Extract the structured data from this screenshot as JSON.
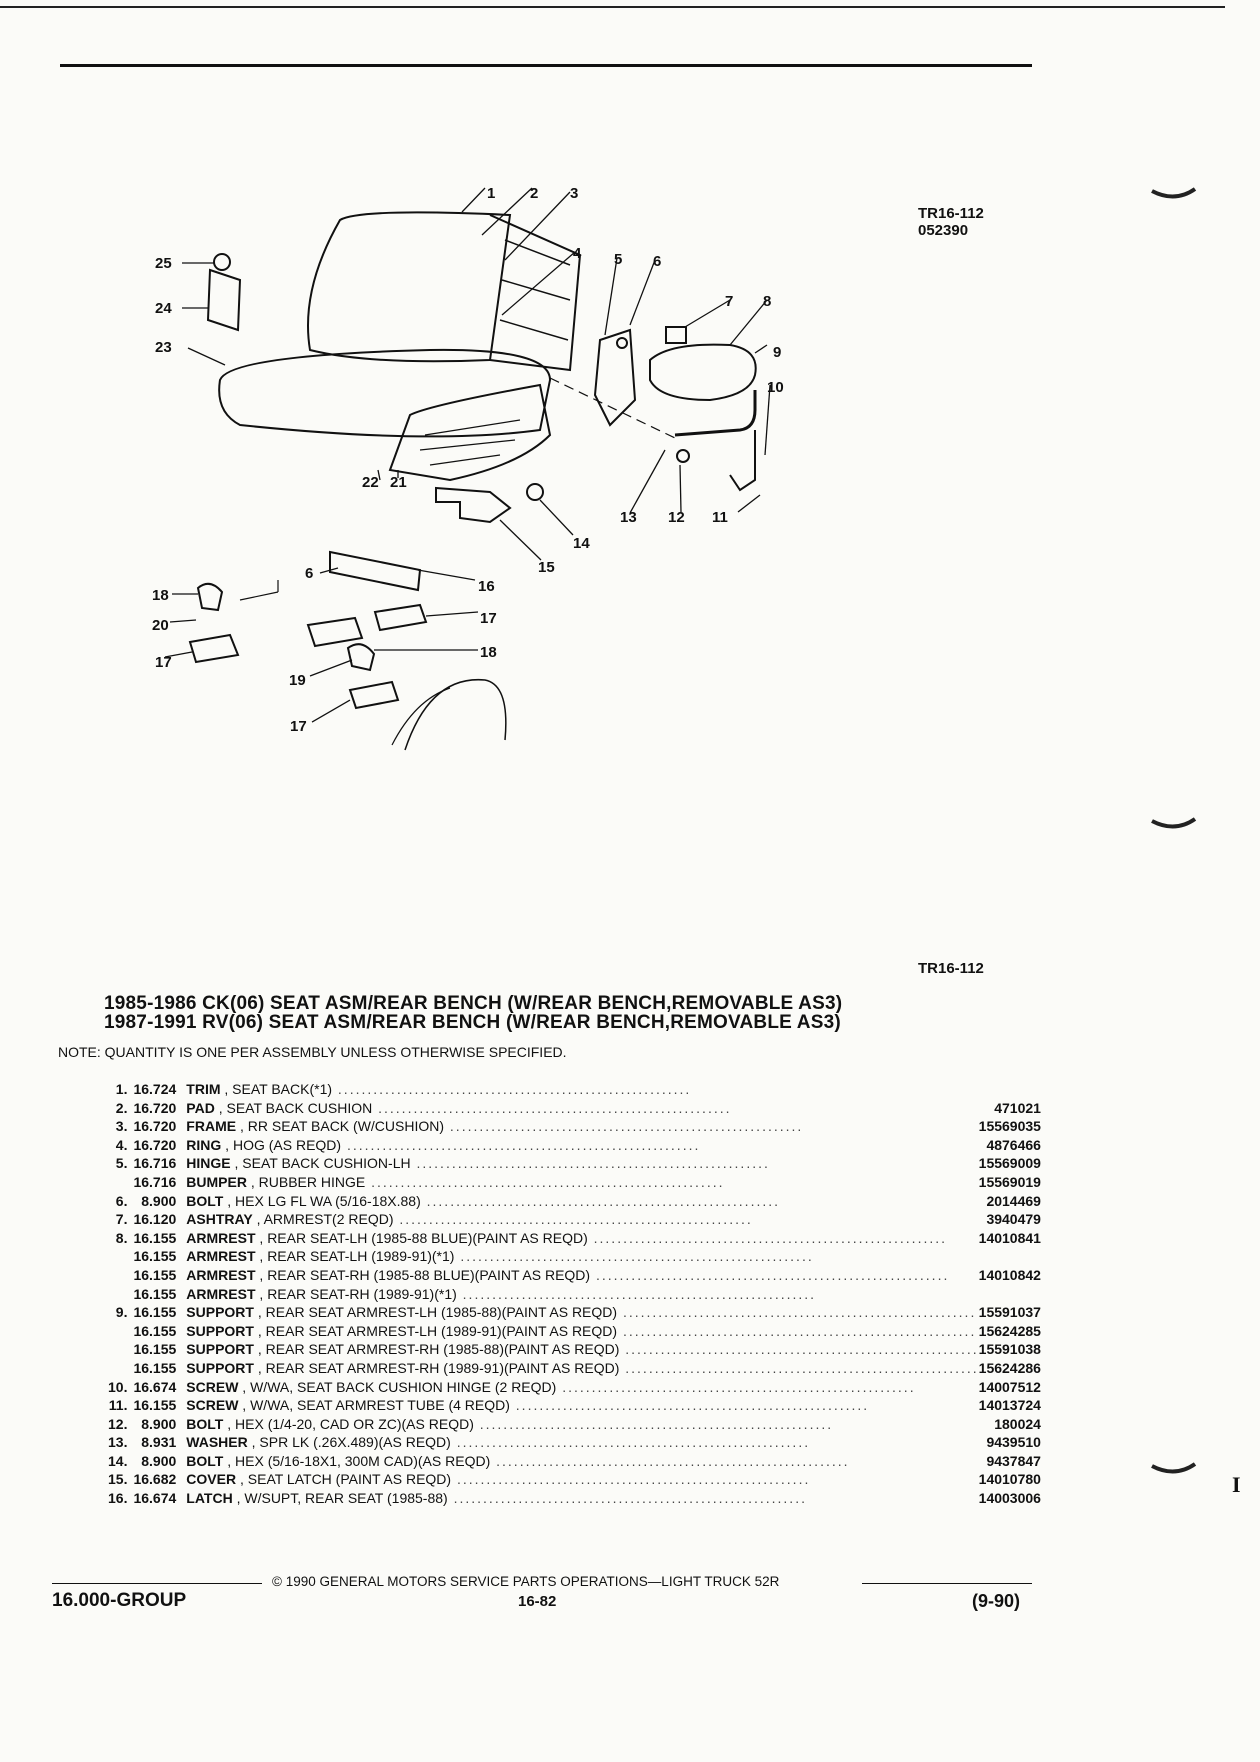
{
  "figure": {
    "ref_code": "TR16-112",
    "ref_date": "052390",
    "bottom_ref": "TR16-112",
    "callouts": {
      "c1": "1",
      "c2": "2",
      "c3": "3",
      "c4": "4",
      "c5": "5",
      "c6": "6",
      "c7": "7",
      "c8": "8",
      "c9": "9",
      "c10": "10",
      "c11": "11",
      "c12": "12",
      "c13": "13",
      "c14": "14",
      "c15": "15",
      "c16": "16",
      "c17": "17",
      "c18": "18",
      "c19": "19",
      "c20": "20",
      "c21": "21",
      "c22": "22",
      "c23": "23",
      "c24": "24",
      "c25": "25"
    }
  },
  "titles": [
    "1985-1986 CK(06) SEAT ASM/REAR BENCH (W/REAR BENCH,REMOVABLE AS3)",
    "1987-1991 RV(06) SEAT ASM/REAR BENCH (W/REAR BENCH,REMOVABLE AS3)"
  ],
  "note": "NOTE: QUANTITY IS ONE PER ASSEMBLY UNLESS OTHERWISE SPECIFIED.",
  "parts": [
    {
      "num": "1.",
      "group": "16.724",
      "name": "TRIM",
      "desc": " , SEAT BACK(*1)",
      "pn": ""
    },
    {
      "num": "2.",
      "group": "16.720",
      "name": "PAD",
      "desc": " , SEAT BACK CUSHION",
      "pn": "471021"
    },
    {
      "num": "3.",
      "group": "16.720",
      "name": "FRAME",
      "desc": " , RR SEAT BACK (W/CUSHION)",
      "pn": "15569035"
    },
    {
      "num": "4.",
      "group": "16.720",
      "name": "RING",
      "desc": " , HOG (AS REQD)",
      "pn": "4876466"
    },
    {
      "num": "5.",
      "group": "16.716",
      "name": "HINGE",
      "desc": " , SEAT BACK CUSHION-LH",
      "pn": "15569009"
    },
    {
      "num": "",
      "group": "16.716",
      "name": "BUMPER",
      "desc": " , RUBBER HINGE",
      "pn": "15569019"
    },
    {
      "num": "6.",
      "group": "8.900",
      "name": "BOLT",
      "desc": " , HEX LG FL WA (5/16-18X.88)",
      "pn": "2014469"
    },
    {
      "num": "7.",
      "group": "16.120",
      "name": "ASHTRAY",
      "desc": " , ARMREST(2 REQD)",
      "pn": "3940479"
    },
    {
      "num": "8.",
      "group": "16.155",
      "name": "ARMREST",
      "desc": " , REAR SEAT-LH (1985-88 BLUE)(PAINT AS REQD)",
      "pn": "14010841"
    },
    {
      "num": "",
      "group": "16.155",
      "name": "ARMREST",
      "desc": " , REAR SEAT-LH (1989-91)(*1)",
      "pn": ""
    },
    {
      "num": "",
      "group": "16.155",
      "name": "ARMREST",
      "desc": " , REAR SEAT-RH (1985-88 BLUE)(PAINT AS REQD)",
      "pn": "14010842"
    },
    {
      "num": "",
      "group": "16.155",
      "name": "ARMREST",
      "desc": " , REAR SEAT-RH (1989-91)(*1)",
      "pn": ""
    },
    {
      "num": "9.",
      "group": "16.155",
      "name": "SUPPORT",
      "desc": " , REAR SEAT ARMREST-LH (1985-88)(PAINT AS REQD)",
      "pn": "15591037"
    },
    {
      "num": "",
      "group": "16.155",
      "name": "SUPPORT",
      "desc": " , REAR SEAT ARMREST-LH (1989-91)(PAINT AS REQD)",
      "pn": "15624285"
    },
    {
      "num": "",
      "group": "16.155",
      "name": "SUPPORT",
      "desc": " , REAR SEAT ARMREST-RH (1985-88)(PAINT AS REQD)",
      "pn": "15591038"
    },
    {
      "num": "",
      "group": "16.155",
      "name": "SUPPORT",
      "desc": " , REAR SEAT ARMREST-RH (1989-91)(PAINT AS REQD)",
      "pn": "15624286"
    },
    {
      "num": "10.",
      "group": "16.674",
      "name": "SCREW",
      "desc": " , W/WA, SEAT BACK CUSHION HINGE (2 REQD)",
      "pn": "14007512"
    },
    {
      "num": "11.",
      "group": "16.155",
      "name": "SCREW",
      "desc": " , W/WA, SEAT ARMREST TUBE (4 REQD)",
      "pn": "14013724"
    },
    {
      "num": "12.",
      "group": "8.900",
      "name": "BOLT",
      "desc": " , HEX (1/4-20, CAD OR ZC)(AS REQD)",
      "pn": "180024"
    },
    {
      "num": "13.",
      "group": "8.931",
      "name": "WASHER",
      "desc": " , SPR LK (.26X.489)(AS REQD)",
      "pn": "9439510"
    },
    {
      "num": "14.",
      "group": "8.900",
      "name": "BOLT",
      "desc": " , HEX (5/16-18X1, 300M CAD)(AS REQD)",
      "pn": "9437847"
    },
    {
      "num": "15.",
      "group": "16.682",
      "name": "COVER",
      "desc": " , SEAT LATCH (PAINT AS REQD)",
      "pn": "14010780"
    },
    {
      "num": "16.",
      "group": "16.674",
      "name": "LATCH",
      "desc": " , W/SUPT, REAR SEAT (1985-88)",
      "pn": "14003006"
    }
  ],
  "footer": {
    "copyright": "© 1990 GENERAL MOTORS SERVICE PARTS OPERATIONS—LIGHT TRUCK 52R",
    "group": "16.000-GROUP",
    "page": "16-82",
    "date": "(9-90)"
  },
  "margin_mark": "I"
}
